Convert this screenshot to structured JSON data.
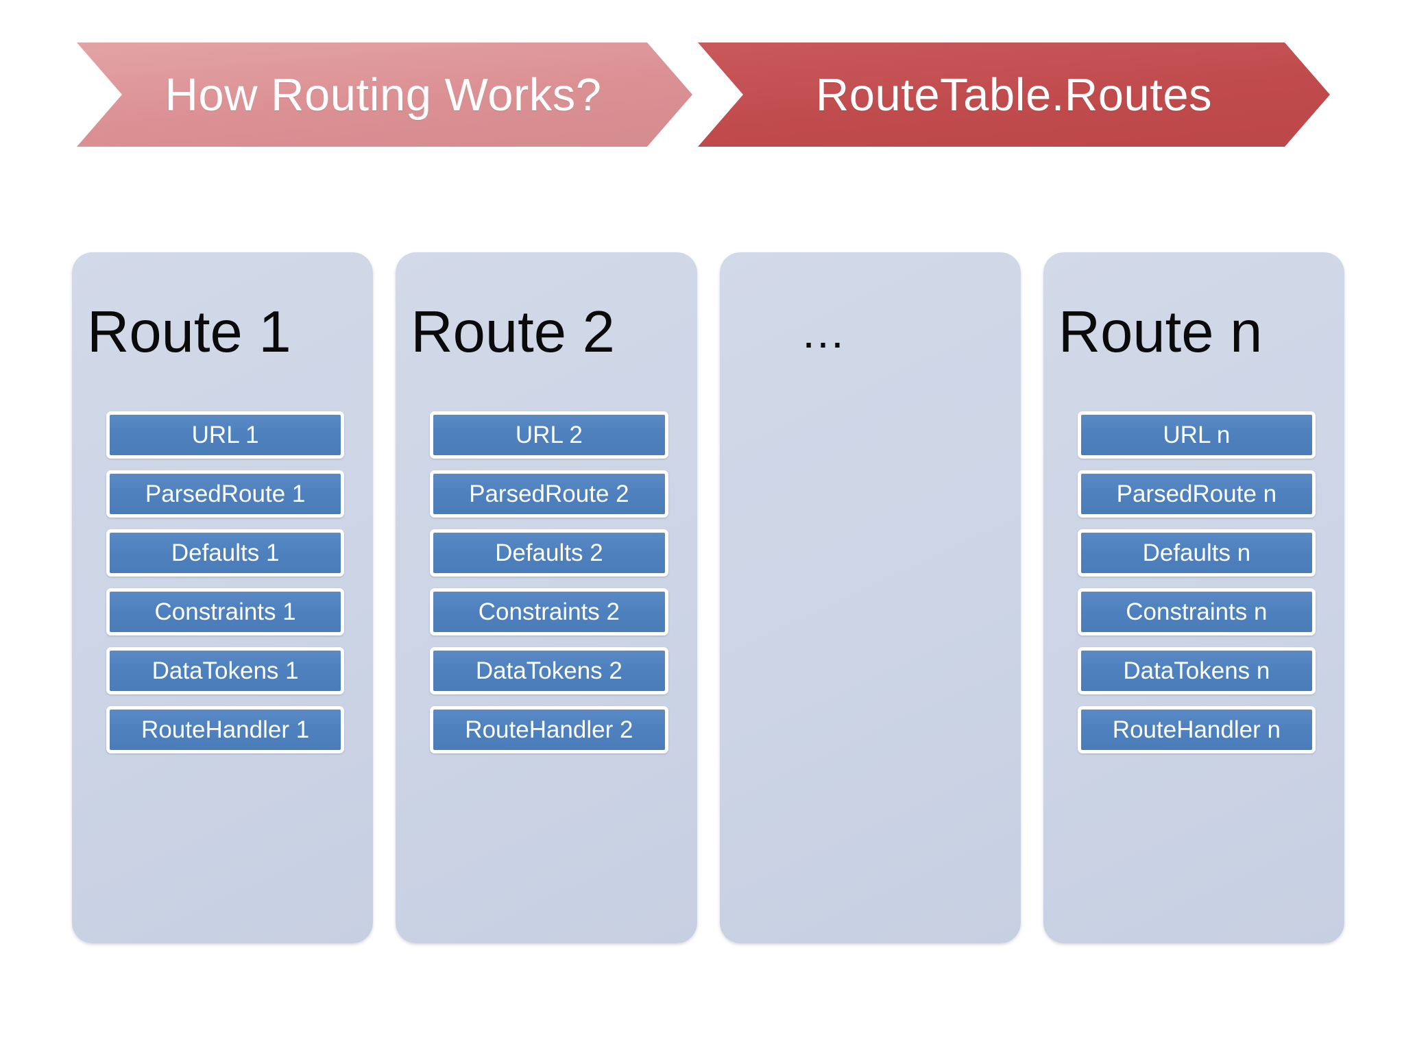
{
  "banner": {
    "segments": [
      {
        "label": "How Routing Works?",
        "color": "#DB9093",
        "name": "chevron-how-routing-works"
      },
      {
        "label": "RouteTable.Routes",
        "color": "#C04B4D",
        "name": "chevron-routetable-routes"
      }
    ]
  },
  "columns": [
    {
      "title": "Route 1",
      "items": [
        "URL 1",
        "ParsedRoute 1",
        "Defaults 1",
        "Constraints 1",
        "DataTokens 1",
        "RouteHandler 1"
      ]
    },
    {
      "title": "Route 2",
      "items": [
        "URL 2",
        "ParsedRoute 2",
        "Defaults 2",
        "Constraints 2",
        "DataTokens 2",
        "RouteHandler 2"
      ]
    },
    {
      "title": "…",
      "items": [
        "",
        "",
        "",
        "",
        "",
        ""
      ]
    },
    {
      "title": "Route n",
      "items": [
        "URL n",
        "ParsedRoute n",
        "Defaults n",
        "Constraints n",
        "DataTokens n",
        "RouteHandler n"
      ]
    }
  ],
  "colors": {
    "chevron_light": "#DB9093",
    "chevron_dark": "#C04B4D",
    "column_bg": "#CDD5E6",
    "item_blue": "#4E81BE",
    "item_border": "#FFFFFF",
    "title_text": "#0A0A0A",
    "banner_text": "#FFFFFF",
    "page_bg": "#FFFFFF"
  }
}
